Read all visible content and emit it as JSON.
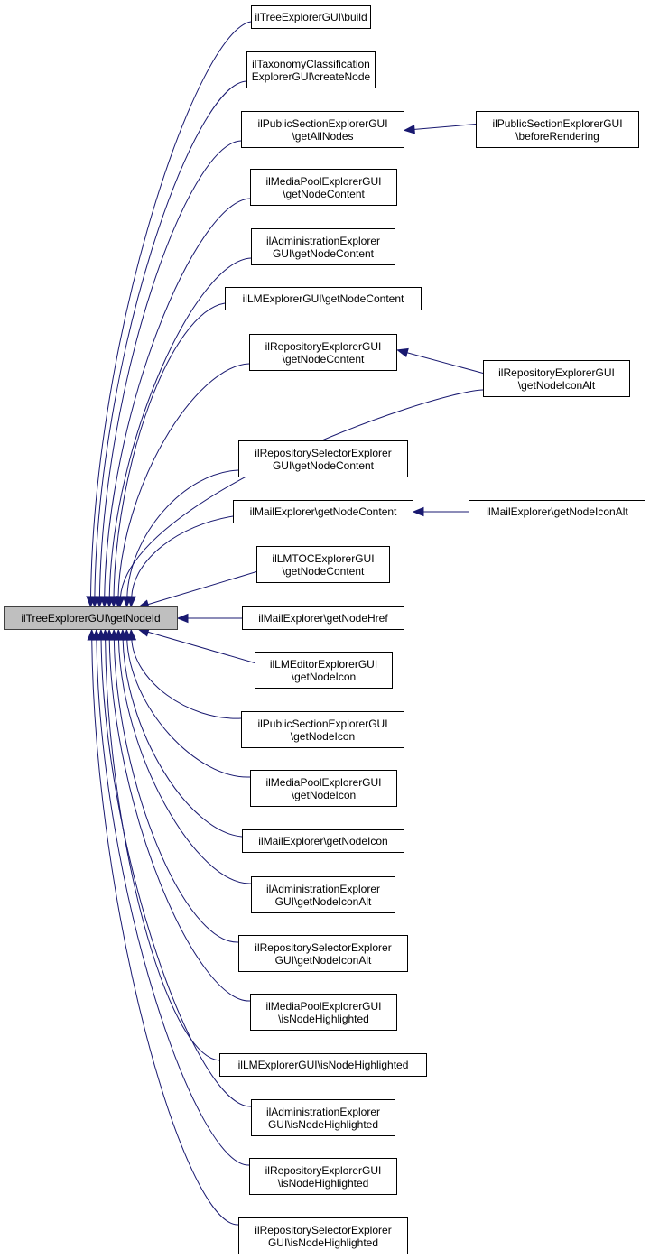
{
  "diagram": {
    "type": "call-graph (caller graph)",
    "colors": {
      "edge": "#191970",
      "root_fill": "#bfbfbf",
      "node_fill": "#ffffff",
      "node_border": "#000000"
    },
    "root": {
      "id": "root",
      "lines": [
        "ilTreeExplorerGUI\\getNodeId"
      ]
    },
    "nodes": [
      {
        "id": "n1",
        "lines": [
          "ilTreeExplorerGUI\\build"
        ]
      },
      {
        "id": "n2",
        "lines": [
          "ilTaxonomyClassification",
          "ExplorerGUI\\createNode"
        ]
      },
      {
        "id": "n3",
        "lines": [
          "ilPublicSectionExplorerGUI",
          "\\getAllNodes"
        ]
      },
      {
        "id": "n4",
        "lines": [
          "ilPublicSectionExplorerGUI",
          "\\beforeRendering"
        ]
      },
      {
        "id": "n5",
        "lines": [
          "ilMediaPoolExplorerGUI",
          "\\getNodeContent"
        ]
      },
      {
        "id": "n6",
        "lines": [
          "ilAdministrationExplorer",
          "GUI\\getNodeContent"
        ]
      },
      {
        "id": "n7",
        "lines": [
          "ilLMExplorerGUI\\getNodeContent"
        ]
      },
      {
        "id": "n8",
        "lines": [
          "ilRepositoryExplorerGUI",
          "\\getNodeContent"
        ]
      },
      {
        "id": "n9",
        "lines": [
          "ilRepositoryExplorerGUI",
          "\\getNodeIconAlt"
        ]
      },
      {
        "id": "n10",
        "lines": [
          "ilRepositorySelectorExplorer",
          "GUI\\getNodeContent"
        ]
      },
      {
        "id": "n11",
        "lines": [
          "ilMailExplorer\\getNodeContent"
        ]
      },
      {
        "id": "n12",
        "lines": [
          "ilMailExplorer\\getNodeIconAlt"
        ]
      },
      {
        "id": "n13",
        "lines": [
          "ilLMTOCExplorerGUI",
          "\\getNodeContent"
        ]
      },
      {
        "id": "n14",
        "lines": [
          "ilMailExplorer\\getNodeHref"
        ]
      },
      {
        "id": "n15",
        "lines": [
          "ilLMEditorExplorerGUI",
          "\\getNodeIcon"
        ]
      },
      {
        "id": "n16",
        "lines": [
          "ilPublicSectionExplorerGUI",
          "\\getNodeIcon"
        ]
      },
      {
        "id": "n17",
        "lines": [
          "ilMediaPoolExplorerGUI",
          "\\getNodeIcon"
        ]
      },
      {
        "id": "n18",
        "lines": [
          "ilMailExplorer\\getNodeIcon"
        ]
      },
      {
        "id": "n19",
        "lines": [
          "ilAdministrationExplorer",
          "GUI\\getNodeIconAlt"
        ]
      },
      {
        "id": "n20",
        "lines": [
          "ilRepositorySelectorExplorer",
          "GUI\\getNodeIconAlt"
        ]
      },
      {
        "id": "n21",
        "lines": [
          "ilMediaPoolExplorerGUI",
          "\\isNodeHighlighted"
        ]
      },
      {
        "id": "n22",
        "lines": [
          "ilLMExplorerGUI\\isNodeHighlighted"
        ]
      },
      {
        "id": "n23",
        "lines": [
          "ilAdministrationExplorer",
          "GUI\\isNodeHighlighted"
        ]
      },
      {
        "id": "n24",
        "lines": [
          "ilRepositoryExplorerGUI",
          "\\isNodeHighlighted"
        ]
      },
      {
        "id": "n25",
        "lines": [
          "ilRepositorySelectorExplorer",
          "GUI\\isNodeHighlighted"
        ]
      }
    ],
    "edges": [
      {
        "from": "n1",
        "to": "root"
      },
      {
        "from": "n2",
        "to": "root"
      },
      {
        "from": "n3",
        "to": "root"
      },
      {
        "from": "n4",
        "to": "n3"
      },
      {
        "from": "n5",
        "to": "root"
      },
      {
        "from": "n6",
        "to": "root"
      },
      {
        "from": "n7",
        "to": "root"
      },
      {
        "from": "n8",
        "to": "root"
      },
      {
        "from": "n9",
        "to": "n8"
      },
      {
        "from": "n9",
        "to": "root"
      },
      {
        "from": "n10",
        "to": "root"
      },
      {
        "from": "n11",
        "to": "root"
      },
      {
        "from": "n12",
        "to": "n11"
      },
      {
        "from": "n13",
        "to": "root"
      },
      {
        "from": "n14",
        "to": "root"
      },
      {
        "from": "n15",
        "to": "root"
      },
      {
        "from": "n16",
        "to": "root"
      },
      {
        "from": "n17",
        "to": "root"
      },
      {
        "from": "n18",
        "to": "root"
      },
      {
        "from": "n19",
        "to": "root"
      },
      {
        "from": "n20",
        "to": "root"
      },
      {
        "from": "n21",
        "to": "root"
      },
      {
        "from": "n22",
        "to": "root"
      },
      {
        "from": "n23",
        "to": "root"
      },
      {
        "from": "n24",
        "to": "root"
      },
      {
        "from": "n25",
        "to": "root"
      }
    ]
  }
}
